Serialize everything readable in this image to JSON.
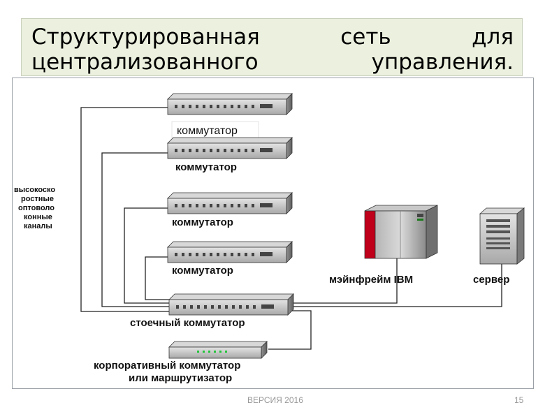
{
  "slide": {
    "title_words_line1": [
      "Структурированная",
      "сеть",
      "для"
    ],
    "title_words_line2": [
      "централизованного",
      "управления."
    ],
    "footer_version": "ВЕРСИЯ 2016",
    "page_number": "15"
  },
  "diagram": {
    "channel_label_lines": [
      "высокоско",
      "ростные",
      "оптоволо",
      "конные",
      "каналы"
    ],
    "switch_label_boxed": "коммутатор",
    "switch_label_1": "коммутатор",
    "switch_label_2": "коммутатор",
    "switch_label_3": "коммутатор",
    "rack_switch_label": "стоечный коммутатор",
    "corporate_label_line1": "корпоративный коммутатор",
    "corporate_label_line2": "или маршрутизатор",
    "mainframe_label": "мэйнфрейм IBM",
    "server_label": "сервер"
  }
}
